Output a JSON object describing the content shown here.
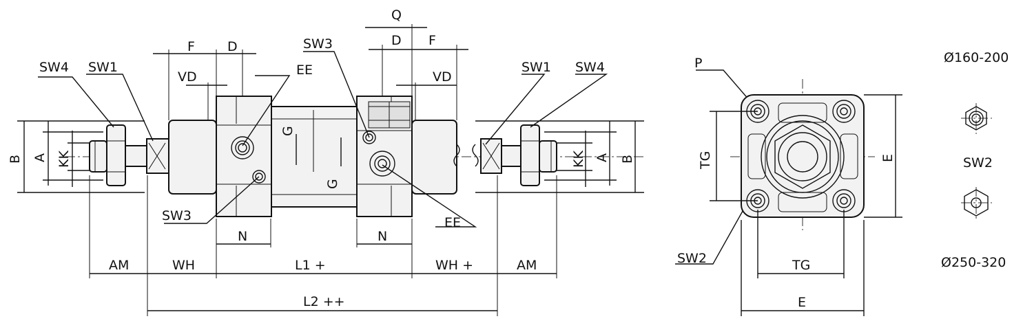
{
  "side_view": {
    "labels": {
      "q": "Q",
      "d_left": "D",
      "d_right": "D",
      "f_left": "F",
      "f_right": "F",
      "vd_left": "VD",
      "vd_right": "VD",
      "sw3_top": "SW3",
      "sw3_bottom": "SW3",
      "sw4_left": "SW4",
      "sw4_right": "SW4",
      "sw1_left": "SW1",
      "sw1_right": "SW1",
      "ee_top": "EE",
      "ee_bottom": "EE",
      "b_left": "B",
      "b_right": "B",
      "a_left": "A",
      "a_right": "A",
      "kk_left": "KK",
      "kk_right": "KK",
      "g_top": "G",
      "g_bottom": "G",
      "n_left": "N",
      "n_right": "N",
      "am_left": "AM",
      "am_right": "AM",
      "wh_left": "WH",
      "wh_right": "WH +",
      "l1": "L1 +",
      "l2": "L2 ++"
    }
  },
  "end_view": {
    "labels": {
      "p": "P",
      "tg_vertical": "TG",
      "tg_horizontal": "TG",
      "e_vertical": "E",
      "e_horizontal": "E",
      "sw2": "SW2"
    }
  },
  "legend": {
    "size_small": "Ø160-200",
    "sw2": "SW2",
    "size_large": "Ø250-320"
  }
}
